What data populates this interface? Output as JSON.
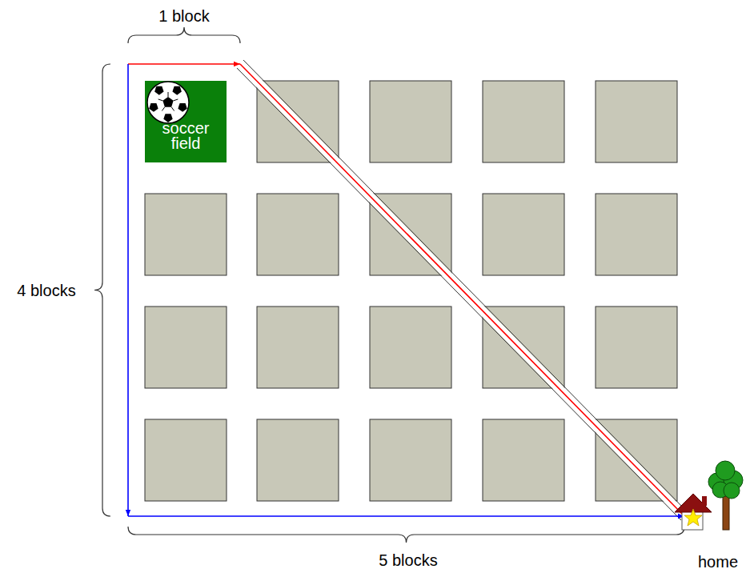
{
  "diagram": {
    "nodes": [
      {
        "text": [
          "soccer field"
        ]
      }
    ],
    "labels": [
      "1 block",
      "4 blocks",
      "5 blocks",
      "home"
    ]
  }
}
